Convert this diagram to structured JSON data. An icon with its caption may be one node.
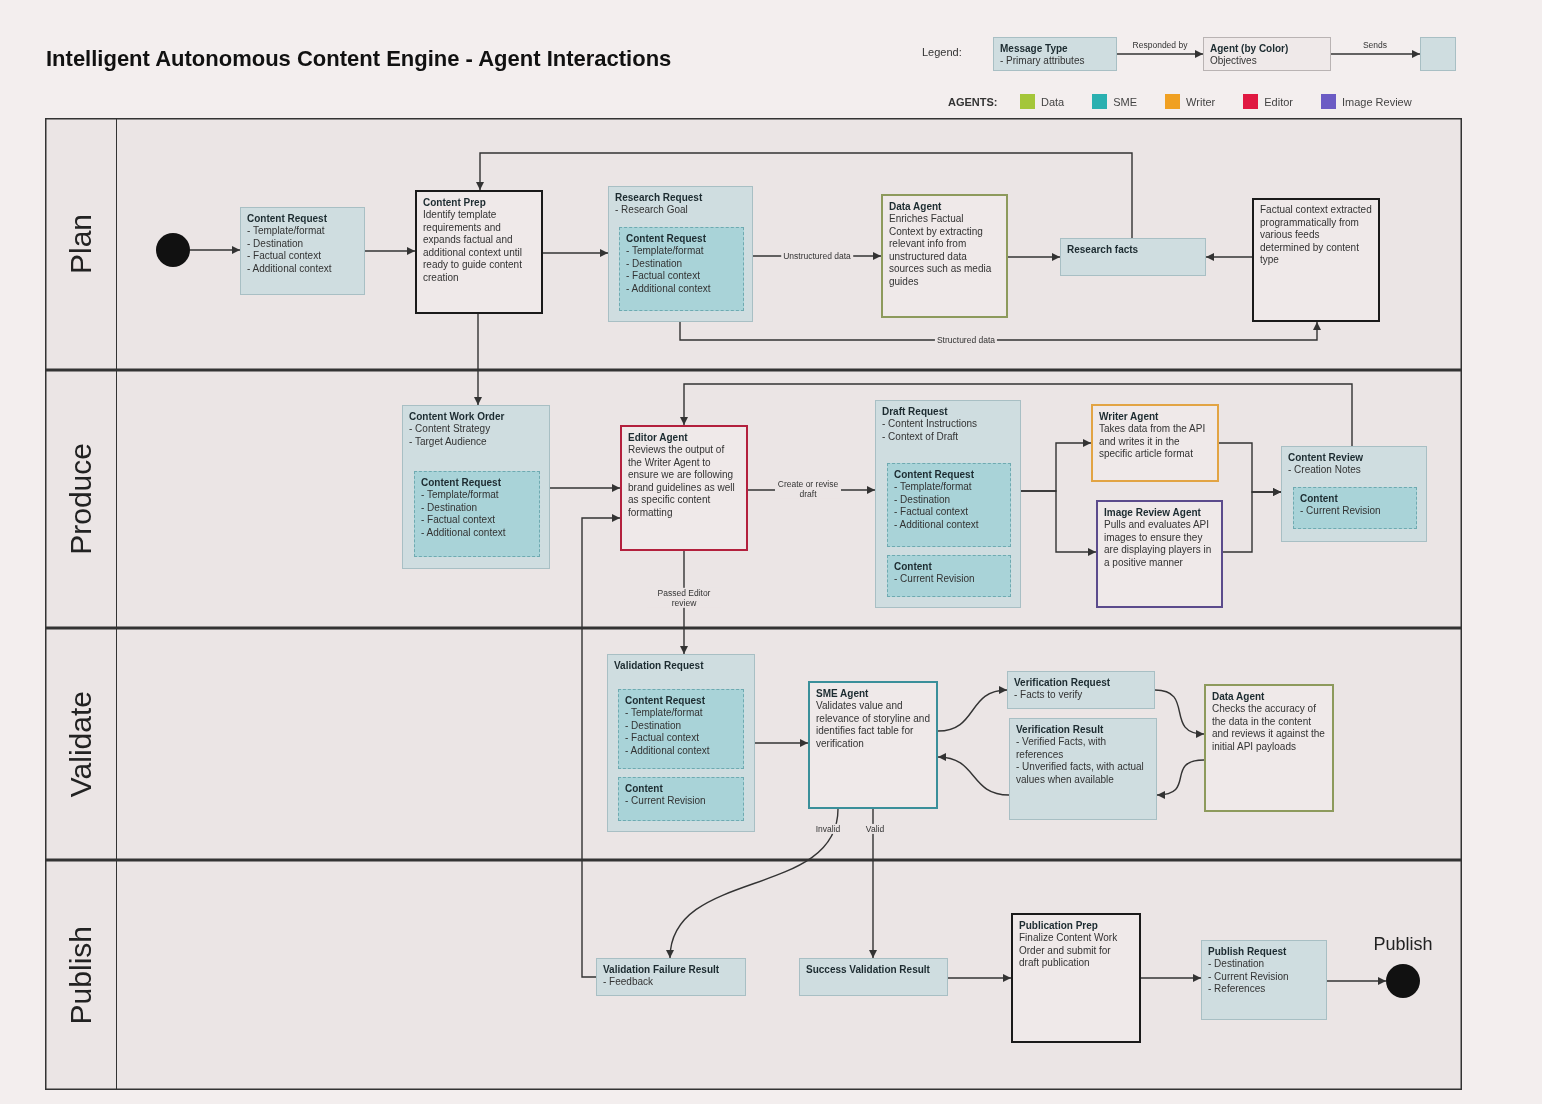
{
  "diagram": {
    "title": "Intelligent Autonomous Content Engine - Agent Interactions",
    "nodes": [
      {
        "text": [
          "Message Type",
          "- Primary attributes"
        ]
      },
      {
        "text": [
          "Agent (by Color)",
          "Objectives"
        ]
      },
      {
        "text": [],
        "shape": "box"
      },
      {
        "text": [
          "Plan"
        ]
      },
      {
        "text": [],
        "shape": "circle",
        "in": 3
      },
      {
        "text": [
          "Content Request",
          "- Template/format",
          "- Destination",
          "- Factual context",
          "- Additional context"
        ],
        "in": 3
      },
      {
        "text": [
          "Content Prep",
          "Identify template requirements and expands factual and additional context until ready to guide content creation"
        ],
        "in": 3
      },
      {
        "text": [
          "Research Request",
          "- Research Goal"
        ],
        "in": 3
      },
      {
        "text": [
          "Content Request",
          "- Template/format",
          "- Destination",
          "- Factual context",
          "- Additional context"
        ],
        "in": 7
      },
      {
        "text": [
          "Data Agent",
          "Enriches Factual Context by extracting relevant info from unstructured data sources such as media guides"
        ],
        "in": 3
      },
      {
        "text": [
          "Research facts"
        ],
        "in": 3
      },
      {
        "text": [
          "Factual context extracted programmatically from various feeds determined by content type"
        ],
        "in": 3
      },
      {
        "text": [
          "Produce"
        ]
      },
      {
        "text": [
          "Content Work Order",
          "- Content Strategy",
          "- Target Audience"
        ],
        "in": 12
      },
      {
        "text": [
          "Content Request",
          "- Template/format",
          "- Destination",
          "- Factual context",
          "- Additional context"
        ],
        "in": 13
      },
      {
        "text": [
          "Editor Agent",
          "Reviews the output of the Writer Agent to ensure we are following brand guidelines as well as specific content formatting"
        ],
        "in": 12
      },
      {
        "text": [
          "Draft Request",
          "- Content Instructions",
          "- Context of Draft"
        ],
        "in": 12
      },
      {
        "text": [
          "Content Request",
          "- Template/format",
          "- Destination",
          "- Factual context",
          "- Additional context"
        ],
        "in": 16
      },
      {
        "text": [
          "Content",
          "- Current Revision"
        ],
        "in": 16
      },
      {
        "text": [
          "Writer Agent",
          "Takes data from the API and writes it in the specific article format"
        ],
        "in": 12
      },
      {
        "text": [
          "Image Review Agent",
          "Pulls and evaluates API images to ensure they are displaying players in a positive manner"
        ],
        "in": 12
      },
      {
        "text": [
          "Content Review",
          "- Creation Notes"
        ],
        "in": 12
      },
      {
        "text": [
          "Content",
          "- Current Revision"
        ],
        "in": 21
      },
      {
        "text": [
          "Validate"
        ]
      },
      {
        "text": [
          "Validation Request"
        ],
        "in": 23
      },
      {
        "text": [
          "Content Request",
          "- Template/format",
          "- Destination",
          "- Factual context",
          "- Additional context"
        ],
        "in": 24
      },
      {
        "text": [
          "Content",
          "- Current Revision"
        ],
        "in": 24
      },
      {
        "text": [
          "SME Agent",
          "Validates value and relevance of storyline and identifies fact table for verification"
        ],
        "in": 23
      },
      {
        "text": [
          "Verification Request",
          "- Facts to verify"
        ],
        "in": 23
      },
      {
        "text": [
          "Verification Result",
          "- Verified Facts, with references",
          "- Unverified facts, with actual values when available"
        ],
        "in": 23
      },
      {
        "text": [
          "Data Agent",
          "Checks the accuracy of the data in the content and reviews it against the initial API payloads"
        ],
        "in": 23
      },
      {
        "text": [
          "Publish"
        ]
      },
      {
        "text": [
          "Validation Failure Result",
          "- Feedback"
        ],
        "in": 31
      },
      {
        "text": [
          "Success Validation Result"
        ],
        "in": 31
      },
      {
        "text": [
          "Publication Prep",
          "Finalize Content Work Order and submit for draft publication"
        ],
        "in": 31
      },
      {
        "text": [
          "Publish Request",
          "- Destination",
          "- Current Revision",
          "- References"
        ],
        "in": 31
      },
      {
        "text": [],
        "shape": "circle",
        "in": 31,
        "beside": [
          "Publish"
        ]
      }
    ],
    "edges": [
      {
        "from": 0,
        "to": 1,
        "arrow": "to",
        "label": "Responded by"
      },
      {
        "from": 1,
        "to": 2,
        "arrow": "to",
        "label": "Sends"
      },
      {
        "from": 4,
        "to": 5,
        "arrow": "to"
      },
      {
        "from": 5,
        "to": 6,
        "arrow": "to"
      },
      {
        "from": 6,
        "to": 7,
        "arrow": "to"
      },
      {
        "from": 7,
        "to": 9,
        "arrow": "to",
        "label": "Unstructured data"
      },
      {
        "from": 9,
        "to": 10,
        "arrow": "to"
      },
      {
        "from": 11,
        "to": 10,
        "arrow": "to"
      },
      {
        "from": 7,
        "to": 11,
        "arrow": "to",
        "label": "Structured data"
      },
      {
        "from": 10,
        "to": 6,
        "arrow": "to"
      },
      {
        "from": 6,
        "to": 13,
        "arrow": "to"
      },
      {
        "from": 13,
        "to": 15,
        "arrow": "to"
      },
      {
        "from": 15,
        "to": 16,
        "arrow": "to",
        "label": "Create or revise draft"
      },
      {
        "from": 16,
        "to": 19,
        "arrow": "to"
      },
      {
        "from": 16,
        "to": 20,
        "arrow": "to"
      },
      {
        "from": 19,
        "to": 21,
        "arrow": "to"
      },
      {
        "from": 20,
        "to": 21,
        "arrow": "to"
      },
      {
        "from": 21,
        "to": 15,
        "arrow": "to"
      },
      {
        "from": 15,
        "to": 24,
        "arrow": "to",
        "label": "Passed Editor review"
      },
      {
        "from": 24,
        "to": 27,
        "arrow": "to"
      },
      {
        "from": 27,
        "to": 28,
        "arrow": "to"
      },
      {
        "from": 28,
        "to": 30,
        "arrow": "to"
      },
      {
        "from": 30,
        "to": 29,
        "arrow": "to"
      },
      {
        "from": 29,
        "to": 27,
        "arrow": "to"
      },
      {
        "from": 27,
        "to": 32,
        "arrow": "to",
        "label": "Invalid"
      },
      {
        "from": 27,
        "to": 33,
        "arrow": "to",
        "label": "Valid"
      },
      {
        "from": 32,
        "to": 15,
        "arrow": "to"
      },
      {
        "from": 33,
        "to": 34,
        "arrow": "to"
      },
      {
        "from": 34,
        "to": 35,
        "arrow": "to"
      },
      {
        "from": 35,
        "to": 36,
        "arrow": "to"
      }
    ],
    "labels": [
      "Legend:",
      "AGENTS:"
    ],
    "legend": [
      {
        "text": "Data",
        "color": "#a4c639"
      },
      {
        "text": "SME",
        "color": "#2ab0b0"
      },
      {
        "text": "Writer",
        "color": "#f0a022"
      },
      {
        "text": "Editor",
        "color": "#e01841"
      },
      {
        "text": "Image Review",
        "color": "#6b5bc4"
      }
    ]
  }
}
